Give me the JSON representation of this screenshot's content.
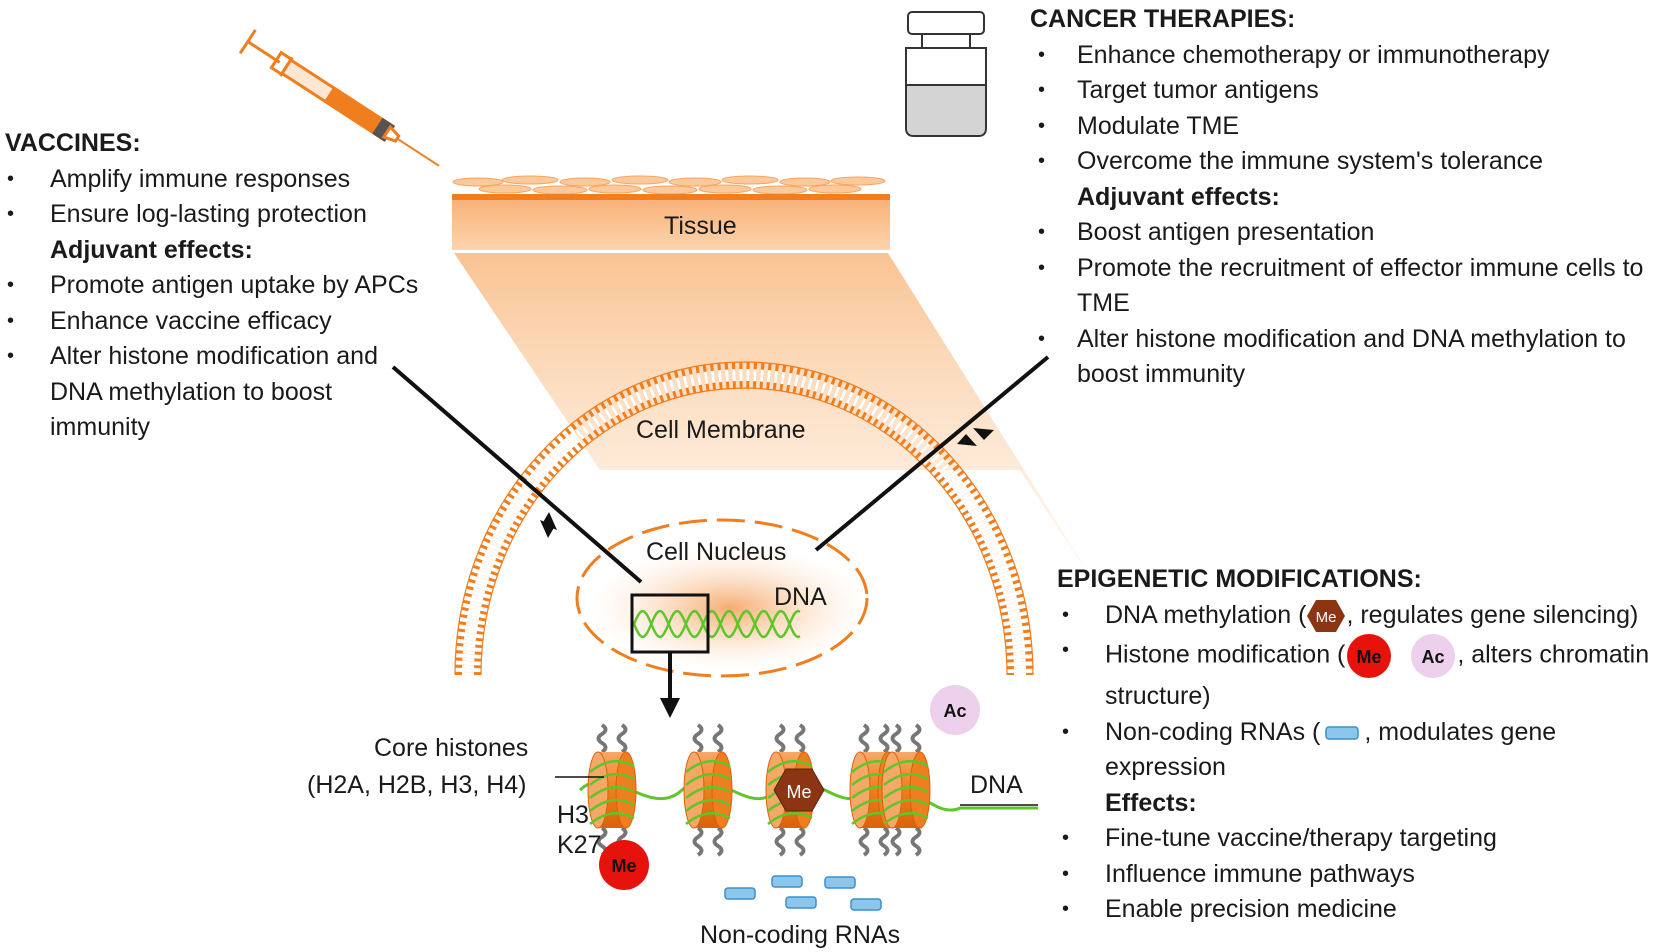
{
  "vaccines": {
    "title": "VACCINES:",
    "items": [
      "Amplify immune responses",
      "Ensure log-lasting protection"
    ],
    "adjuvant_title": "Adjuvant effects:",
    "adjuvant_items": [
      "Promote antigen uptake by APCs",
      "Enhance vaccine efficacy",
      "Alter histone modification and DNA methylation to boost immunity"
    ]
  },
  "cancer": {
    "title": "CANCER THERAPIES:",
    "items": [
      "Enhance chemotherapy or immunotherapy",
      "Target tumor antigens",
      "Modulate TME",
      "Overcome the immune system's tolerance"
    ],
    "adjuvant_title": "Adjuvant effects:",
    "adjuvant_items": [
      "Boost antigen presentation",
      "Promote the recruitment of effector immune cells to TME",
      "Alter histone modification and DNA methylation to boost immunity"
    ]
  },
  "epigenetic": {
    "title": "EPIGENETIC MODIFICATIONS:",
    "dna_methylation_pre": "DNA methylation (",
    "dna_methylation_post": ", regulates gene silencing)",
    "histone_pre": "Histone modification (",
    "histone_post": ", alters chromatin structure)",
    "ncrna_pre": "Non-coding RNAs (",
    "ncrna_post": ", modulates gene expression",
    "effects_title": "Effects:",
    "effects_items": [
      "Fine-tune vaccine/therapy targeting",
      "Influence immune pathways",
      "Enable precision medicine"
    ]
  },
  "diagram": {
    "tissue": "Tissue",
    "cell_membrane": "Cell Membrane",
    "cell_nucleus": "Cell Nucleus",
    "dna": "DNA",
    "core_histones_line1": "Core histones",
    "core_histones_line2": "(H2A, H2B, H3, H4)",
    "h3": "H3",
    "k27": "K27",
    "dna_chromatin": "DNA",
    "non_coding_rnas": "Non-coding RNAs",
    "me": "Me",
    "ac": "Ac"
  },
  "colors": {
    "orange": "#f07d1e",
    "orange_light": "#fbc99a",
    "me_red": "#e8120c",
    "me_brown": "#8b3513",
    "ac_pink": "#ecd0ec",
    "dna_green": "#5fc62a",
    "rna_blue": "#8cc6ea"
  }
}
